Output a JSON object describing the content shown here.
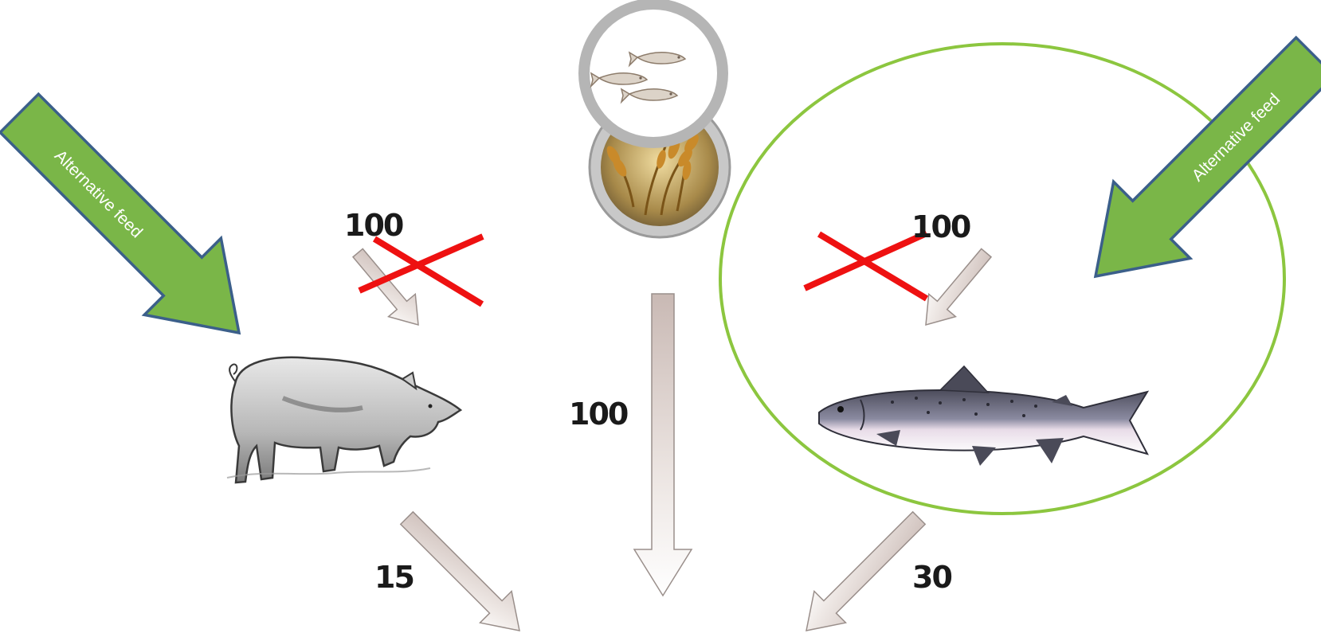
{
  "labels": {
    "feed_to_pig": "100",
    "feed_to_fish": "100",
    "feed_direct": "100",
    "pig_output": "15",
    "fish_output": "30",
    "alt_feed_left": "Alternative feed",
    "alt_feed_right": "Alternative feed"
  },
  "icons": {
    "fish_feed": "small-fish-icon",
    "grain_feed": "wheat-icon",
    "pig": "pig-icon",
    "salmon": "salmon-icon"
  },
  "colors": {
    "alt_arrow_fill": "#7ab648",
    "alt_arrow_stroke": "#3b5f8a",
    "cross": "#ee1111",
    "highlight_ellipse": "#8cc63f",
    "flow_arrow": "#d9cfcb"
  }
}
